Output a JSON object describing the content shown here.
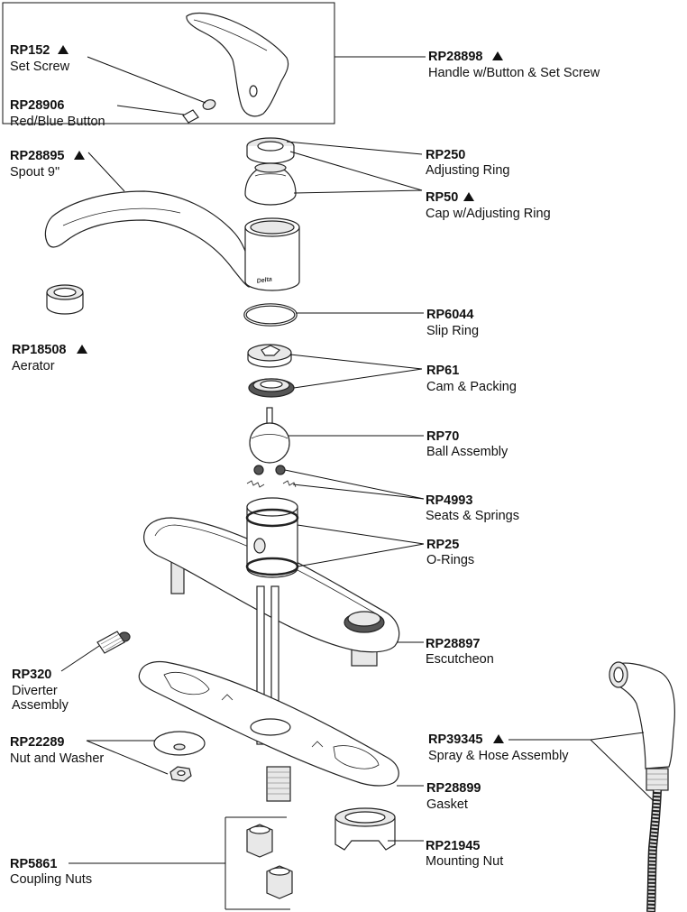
{
  "parts": [
    {
      "key": "set_screw",
      "number": "RP152",
      "name": "Set Screw",
      "triangle": true
    },
    {
      "key": "red_blue_button",
      "number": "RP28906",
      "name": "Red/Blue Button",
      "triangle": false
    },
    {
      "key": "spout",
      "number": "RP28895",
      "name": "Spout 9\"",
      "triangle": true
    },
    {
      "key": "aerator",
      "number": "RP18508",
      "name": "Aerator",
      "triangle": true
    },
    {
      "key": "handle",
      "number": "RP28898",
      "name": "Handle w/Button & Set Screw",
      "triangle": true
    },
    {
      "key": "adjusting_ring",
      "number": "RP250",
      "name": "Adjusting Ring",
      "triangle": false
    },
    {
      "key": "cap",
      "number": "RP50",
      "name": "Cap w/Adjusting Ring",
      "triangle": true
    },
    {
      "key": "slip_ring",
      "number": "RP6044",
      "name": "Slip Ring",
      "triangle": false
    },
    {
      "key": "cam_packing",
      "number": "RP61",
      "name": "Cam & Packing",
      "triangle": false
    },
    {
      "key": "ball_assembly",
      "number": "RP70",
      "name": "Ball Assembly",
      "triangle": false
    },
    {
      "key": "seats_springs",
      "number": "RP4993",
      "name": "Seats & Springs",
      "triangle": false
    },
    {
      "key": "o_rings",
      "number": "RP25",
      "name": "O-Rings",
      "triangle": false
    },
    {
      "key": "escutcheon",
      "number": "RP28897",
      "name": "Escutcheon",
      "triangle": false
    },
    {
      "key": "diverter",
      "number": "RP320",
      "name": "Diverter",
      "name2": "Assembly",
      "triangle": false
    },
    {
      "key": "spray_hose",
      "number": "RP39345",
      "name": "Spray & Hose Assembly",
      "triangle": true
    },
    {
      "key": "nut_washer",
      "number": "RP22289",
      "name": "Nut and Washer",
      "triangle": false
    },
    {
      "key": "gasket",
      "number": "RP28899",
      "name": "Gasket",
      "triangle": false
    },
    {
      "key": "mounting_nut",
      "number": "RP21945",
      "name": "Mounting Nut",
      "triangle": false
    },
    {
      "key": "coupling_nuts",
      "number": "RP5861",
      "name": "Coupling Nuts",
      "triangle": false
    }
  ],
  "spout_logo": "Delta",
  "colors": {
    "ink": "#111111",
    "paper": "#ffffff",
    "shade": "#e8e8e8"
  }
}
